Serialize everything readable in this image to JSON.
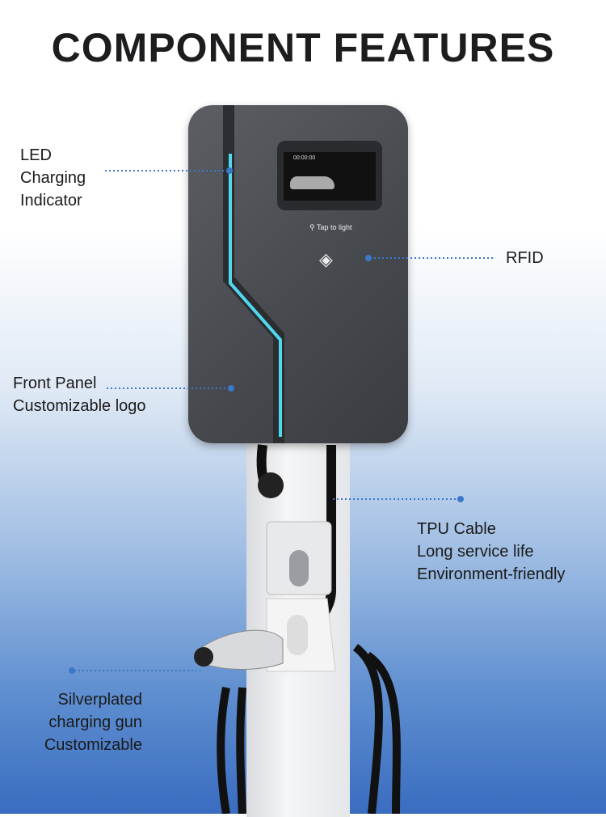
{
  "title": "COMPONENT FEATURES",
  "screen": {
    "time": "00:00:00",
    "tap_hint": "Tap to light"
  },
  "features": {
    "led": [
      "LED",
      "Charging",
      "Indicator"
    ],
    "rfid": [
      "RFID"
    ],
    "panel": [
      "Front Panel",
      "Customizable logo"
    ],
    "cable": [
      "TPU Cable",
      "Long service life",
      "Environment-friendly"
    ],
    "gun": [
      "Silverplated",
      "charging gun",
      "Customizable"
    ]
  },
  "colors": {
    "accent": "#3a78c9",
    "led": "#4fd8ee",
    "body": "#4a4d52"
  }
}
